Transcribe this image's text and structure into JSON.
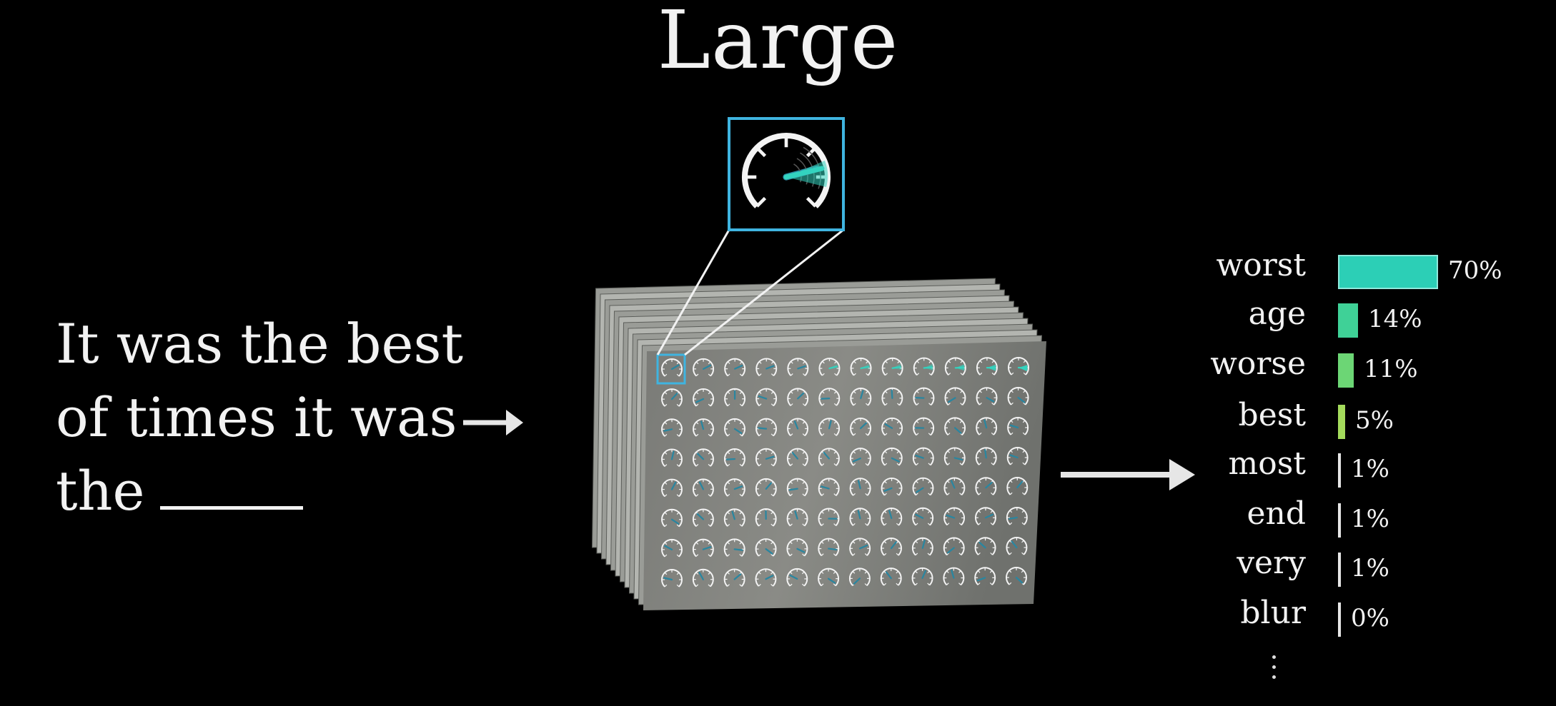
{
  "title": "Large",
  "prompt": {
    "lines": [
      "It was the best",
      "of times it was",
      "the"
    ]
  },
  "grid": {
    "rows": 8,
    "cols": 12,
    "layers": 12
  },
  "colors": {
    "background": "#000000",
    "text": "#f2f2f2",
    "highlight_box": "#3fb4e0",
    "dial_needle": "#2a86a0",
    "dial_accent": "#33d3bf",
    "panel": "#7a7c78"
  },
  "chart_data": {
    "type": "bar",
    "orientation": "horizontal",
    "categories": [
      "worst",
      "age",
      "worse",
      "best",
      "most",
      "end",
      "very",
      "blur"
    ],
    "values": [
      70,
      14,
      11,
      5,
      1,
      1,
      1,
      0
    ],
    "labels": [
      "70%",
      "14%",
      "11%",
      "5%",
      "1%",
      "1%",
      "1%",
      "0%"
    ],
    "bar_colors": [
      "#2ccfb6",
      "#3fd197",
      "#6cd675",
      "#a4db5c",
      "#e6e6e6",
      "#e6e6e6",
      "#e6e6e6",
      "#e6e6e6"
    ],
    "xlim": [
      0,
      70
    ]
  }
}
